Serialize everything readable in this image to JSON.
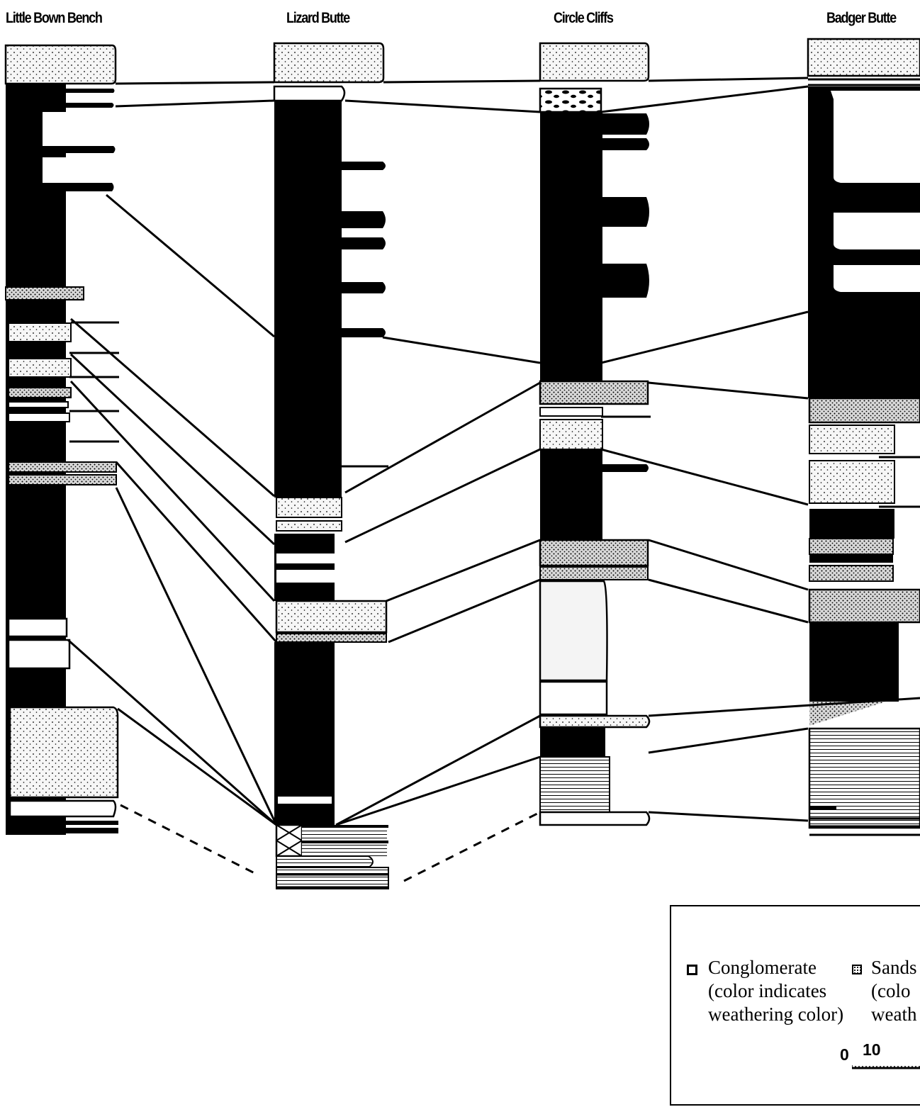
{
  "columns": [
    {
      "id": "little-bown-bench",
      "title": "Little Bown Bench"
    },
    {
      "id": "lizard-butte",
      "title": "Lizard Butte"
    },
    {
      "id": "circle-cliffs",
      "title": "Circle Cliffs"
    },
    {
      "id": "badger-butte",
      "title": "Badger Butte"
    }
  ],
  "legend": {
    "conglomerate": {
      "line1": "Conglomerate",
      "line2": "(color indicates",
      "line3": "weathering color)"
    },
    "sandstone": {
      "line1": "Sands",
      "line2": "(colo",
      "line3": "weath"
    },
    "scale": {
      "start": "0",
      "next": "10"
    }
  },
  "colors": {
    "ink": "#000000",
    "paper": "#ffffff",
    "sand": "#f2f2f2"
  }
}
